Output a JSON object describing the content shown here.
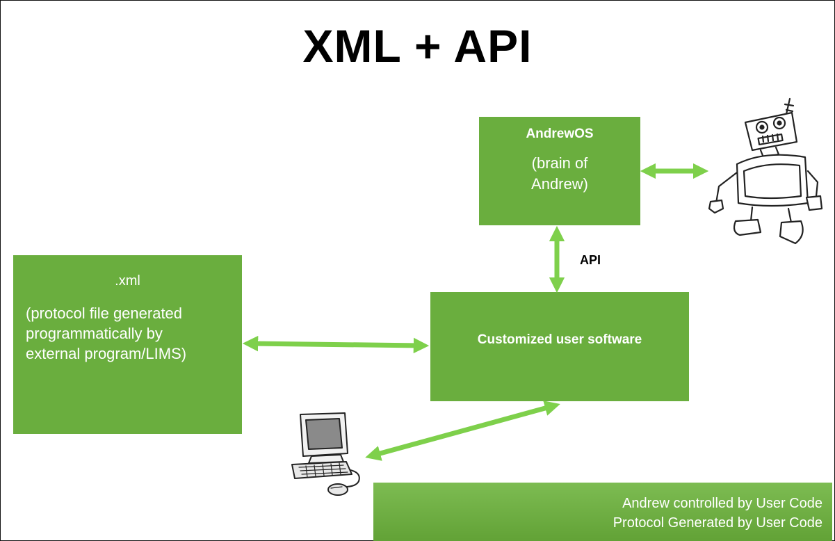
{
  "title": "XML + API",
  "andrewos": {
    "title": "AndrewOS",
    "subtitle_line1": "(brain of",
    "subtitle_line2": "Andrew)"
  },
  "xml_box": {
    "title": ".xml",
    "line1": "(protocol file generated",
    "line2": "programmatically by",
    "line3": "external program/LIMS)"
  },
  "software_box": {
    "title": "Customized user software"
  },
  "api_label": "API",
  "banner": {
    "line1": "Andrew controlled by User Code",
    "line2": "Protocol Generated by User Code"
  },
  "icons": [
    "robot-icon",
    "computer-icon"
  ],
  "colors": {
    "box_green": "#6aae3e",
    "arrow_green": "#7ed04b"
  }
}
